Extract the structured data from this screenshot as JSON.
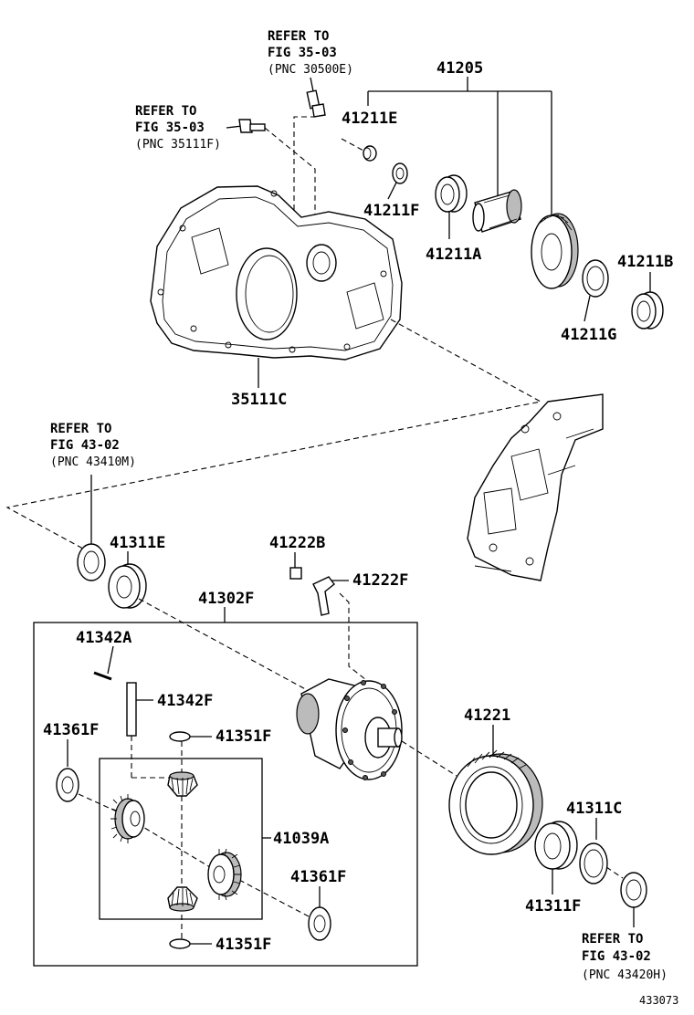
{
  "parts": {
    "p41205": "41205",
    "p41211E": "41211E",
    "p41211F_top": "41211F",
    "p41211A": "41211A",
    "p41211B": "41211B",
    "p41211G": "41211G",
    "p35111C": "35111C",
    "p41311E": "41311E",
    "p41222B": "41222B",
    "p41222F": "41222F",
    "p41302F": "41302F",
    "p41342A": "41342A",
    "p41342F": "41342F",
    "p41361F_left": "41361F",
    "p41351F_top": "41351F",
    "p41039A": "41039A",
    "p41361F_right": "41361F",
    "p41351F_bottom": "41351F",
    "p41221": "41221",
    "p41311C": "41311C",
    "p41311F": "41311F"
  },
  "references": {
    "ref1": {
      "line1": "REFER TO",
      "line2": "FIG 35-03",
      "line3": "(PNC 30500E)"
    },
    "ref2": {
      "line1": "REFER TO",
      "line2": "FIG 35-03",
      "line3": "(PNC 35111F)"
    },
    "ref3": {
      "line1": "REFER TO",
      "line2": "FIG 43-02",
      "line3": "(PNC 43410M)"
    },
    "ref4": {
      "line1": "REFER TO",
      "line2": "FIG 43-02",
      "line3": "(PNC 43420H)"
    }
  },
  "diagram_id": "433073"
}
